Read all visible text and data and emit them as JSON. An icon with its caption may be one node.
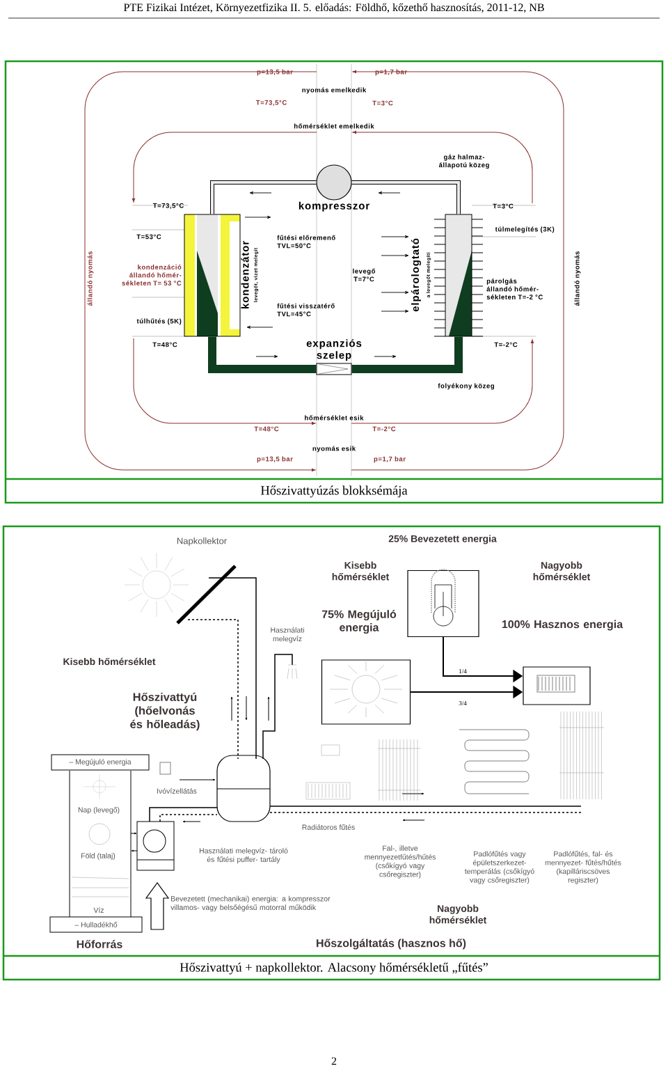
{
  "diagram": {
    "nodes": [
      {
        "text": [
          "kompresszor"
        ]
      },
      {
        "text": [
          "kondenzátor",
          "levegőt, vizet melegít"
        ]
      },
      {
        "text": [
          "expanziós szelep"
        ]
      },
      {
        "text": [
          "elpárologtató",
          "a levegőt melegíti"
        ]
      },
      {
        "text": [
          "– Megújuló energia"
        ]
      },
      {
        "text": [
          "– Hulladékhő"
        ]
      },
      {
        "text": [],
        "shape": "picture"
      },
      {
        "text": [],
        "shape": "picture"
      },
      {
        "text": [],
        "shape": "picture"
      }
    ],
    "edges": [
      {
        "from": 0,
        "to": 1,
        "arrow": "none"
      },
      {
        "from": 1,
        "to": 2,
        "arrow": "none",
        "style": "thick",
        "color": "#0f3d20"
      },
      {
        "from": 2,
        "to": 3,
        "arrow": "none",
        "style": "thick",
        "color": "#0f3d20"
      },
      {
        "from": 3,
        "to": 0,
        "arrow": "none"
      },
      {
        "from": 6,
        "to": 8,
        "arrow": "to",
        "label": "3/4"
      },
      {
        "from": 7,
        "to": 8,
        "arrow": "to",
        "label": "1/4"
      }
    ],
    "labels": [
      "PTE Fizikai Intézet, Környezetfizika II. 5. előadás: Földhő, kőzethő hasznosítás, 2011-12, NB",
      "p=13,5 bar",
      "p=1,7 bar",
      "nyomás emelkedik",
      "T=73,5°C",
      "T=3°C",
      "hőmérséklet emelkedik",
      "gáz halmaz- állapotú közeg",
      "T=73,5°C",
      "T=3°C",
      "T=53°C",
      "kondenzáció állandó hőmér- sékleten T= 53 °C",
      "túlhűtés (5K)",
      "T=48°C",
      "túlmelegítés (3K)",
      "párolgás állandó hőmér- sékleten T=-2 °C",
      "T=-2°C",
      "állandó nyomás",
      "állandó nyomás",
      "fűtési előremenő TVL=50°C",
      "levegő T=7°C",
      "fűtési visszatérő TVL=45°C",
      "folyékony közeg",
      "hőmérséklet esik",
      "T=48°C",
      "T=-2°C",
      "nyomás esik",
      "p=13,5 bar",
      "p=1,7 bar",
      "Hőszivattyúzás blokksémája",
      "Napkollektor",
      "25% Bevezetett energia",
      "Kisebb hőmérséklet",
      "75% Megújuló energia",
      "Nagyobb hőmérséklet",
      "100% Hasznos energia",
      "Kisebb hőmérséklet",
      "Használati melegvíz",
      "Hőszivattyú (hőelvonás és hőleadás)",
      "Ivóvízellátás",
      "Nap (levegő)",
      "Föld (talaj)",
      "Víz",
      "Radiátoros fűtés",
      "Használati melegvíz- tároló és fűtési puffer- tartály",
      "Bevezetett (mechanikai) energia: a kompresszor villamos- vagy belsőégésű motorral működik",
      "Fal-, illetve mennyezetfűtés/hűtés (csőkígyó vagy csőregiszter)",
      "Padlófűtés vagy épületszerkezet- temperálás (csőkígyó vagy csőregiszter)",
      "Padlófűtés, fal- és mennyezet- fűtés/hűtés (kapilláriscsöves regiszter)",
      "Nagyobb hőmérséklet",
      "Hőforrás",
      "Hőszolgáltatás (hasznos hő)",
      "Hőszivattyú + napkollektor. Alacsony hőmérsékletű „fűtés”",
      "2"
    ]
  }
}
